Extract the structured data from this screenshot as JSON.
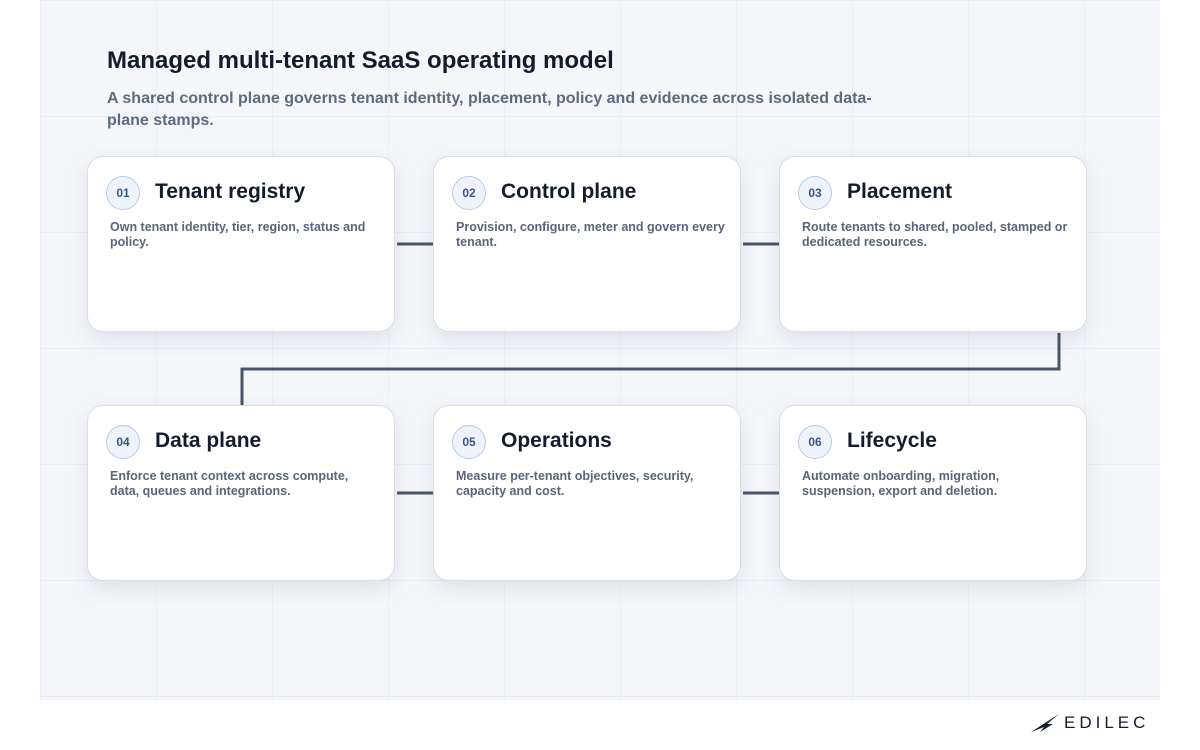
{
  "header": {
    "title": "Managed multi-tenant SaaS operating model",
    "subtitle": "A shared control plane governs tenant identity, placement, policy and evidence across isolated data-plane stamps."
  },
  "steps": [
    {
      "number": "01",
      "title": "Tenant registry",
      "description": "Own tenant identity, tier, region, status and policy."
    },
    {
      "number": "02",
      "title": "Control plane",
      "description": "Provision, configure, meter and govern every tenant."
    },
    {
      "number": "03",
      "title": "Placement",
      "description": "Route tenants to shared, pooled, stamped or dedicated resources."
    },
    {
      "number": "04",
      "title": "Data plane",
      "description": "Enforce tenant context across compute, data, queues and integrations."
    },
    {
      "number": "05",
      "title": "Operations",
      "description": "Measure per-tenant objectives, security, capacity and cost."
    },
    {
      "number": "06",
      "title": "Lifecycle",
      "description": "Automate onboarding, migration, suspension, export and deletion."
    }
  ],
  "brand": {
    "logo_text": "EDILEC",
    "logo_icon": "edilec-wing-icon"
  },
  "colors": {
    "connector": "#4b5568",
    "title": "#141b2d",
    "badge_border": "#b9cbe6"
  }
}
